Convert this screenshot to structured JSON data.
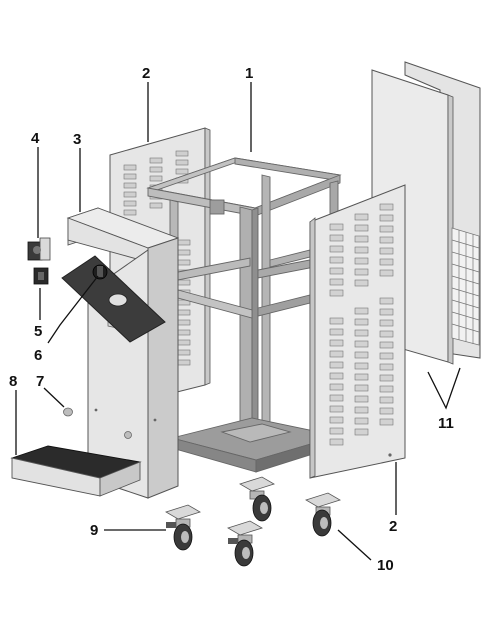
{
  "diagram": {
    "callouts": {
      "c1": "1",
      "c2_top": "2",
      "c2_bottom": "2",
      "c3": "3",
      "c4": "4",
      "c5": "5",
      "c6": "6",
      "c7": "7",
      "c8": "8",
      "c9": "9",
      "c10": "10",
      "c11": "11"
    },
    "parts": [
      "frame",
      "vented-side-panel-rear",
      "vented-side-panel-front",
      "front-panel",
      "rotary-switch",
      "power-socket",
      "switch-plate",
      "plug",
      "base-tray",
      "caster-with-brake",
      "caster",
      "rear-panel-with-grille"
    ],
    "colors": {
      "panel": "#e6e6e6",
      "panel_shade": "#cfcfcf",
      "frame": "#b4b4b4",
      "frame_dark": "#8a8a8a",
      "dark_part": "#3a3a3a",
      "line": "#555555",
      "label": "#111111"
    }
  }
}
